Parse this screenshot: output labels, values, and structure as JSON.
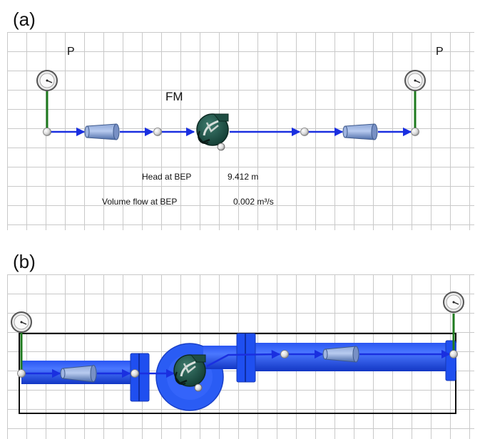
{
  "panel_a": {
    "label": "(a)",
    "pressure_left": "P",
    "pressure_right": "P",
    "pump_label": "FM",
    "head_label": "Head at BEP",
    "head_value": "9.412 m",
    "flow_label": "Volume flow at BEP",
    "flow_value": "0.002 m³/s"
  },
  "panel_b": {
    "label": "(b)"
  },
  "colors": {
    "flow_arrow": "#1a2fe0",
    "pipe_3d": "#1f55ee",
    "gauge_stem": "#1e7a1e",
    "grid_line": "#c9c9c9"
  },
  "icons": [
    "pressure-gauge-icon",
    "pipe-reducer-icon",
    "pump-icon",
    "node-icon",
    "flow-arrow-icon"
  ]
}
